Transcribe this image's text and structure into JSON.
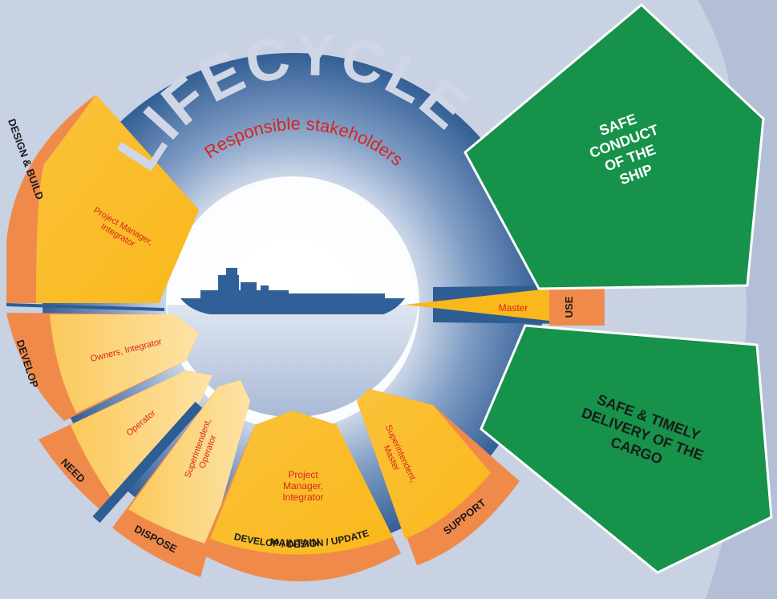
{
  "title": "LIFECYCLE",
  "subtitle": "Responsible stakeholders",
  "colors": {
    "background": "#c9d2e3",
    "ring_blue": "#2e5d94",
    "outer_orange": "#f08a4b",
    "segment_yellow": "#f9b81b",
    "segment_light": "#fcd47a",
    "goal_green": "#16924a",
    "stakeholder_red": "#d7261e",
    "title_silver": "#cfd6e6"
  },
  "segments": {
    "design_build": {
      "phase": "DESIGN & BUILD",
      "stakeholders": [
        "Project Manager,",
        "Integrator"
      ]
    },
    "develop": {
      "phase": "DEVELOP",
      "stakeholders": [
        "Owners, Integrator"
      ]
    },
    "need": {
      "phase": "NEED",
      "stakeholders": [
        "Operator"
      ]
    },
    "dispose": {
      "phase": "DISPOSE",
      "stakeholders": [
        "Superintendent,",
        "Operator"
      ]
    },
    "maintain": {
      "phase": "MAINTAIN",
      "subphase": "DEVELOP / DESIGN / UPDATE",
      "stakeholders": [
        "Project",
        "Manager,",
        "Integrator"
      ]
    },
    "support": {
      "phase": "SUPPORT",
      "stakeholders": [
        "Superintendent,",
        "Master"
      ]
    },
    "use": {
      "phase": "USE",
      "stakeholders": [
        "Master"
      ]
    }
  },
  "goals": {
    "conduct": [
      "SAFE",
      "CONDUCT",
      "OF THE",
      "SHIP"
    ],
    "delivery": [
      "SAFE & TIMELY",
      "DELIVERY OF THE",
      "CARGO"
    ]
  },
  "icons": {
    "center": "ship-icon"
  }
}
